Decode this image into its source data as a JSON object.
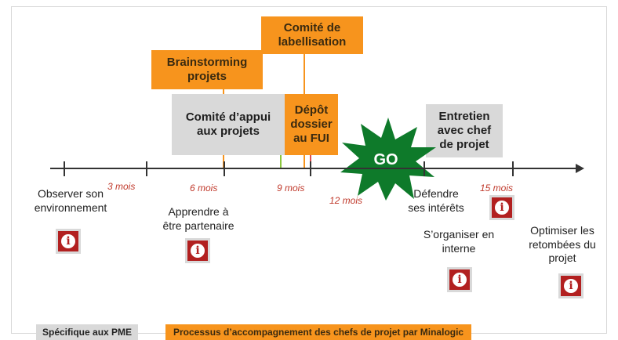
{
  "boxes": {
    "comite_labellisation": "Comité de\nlabellisation",
    "brainstorming": "Brainstorming\nprojets",
    "comite_appui": "Comité d’appui\naux projets",
    "depot": "Dépôt\ndossier\nau FUI",
    "entretien": "Entretien\navec chef\nde projet",
    "go": "GO"
  },
  "months": [
    "3 mois",
    "6 mois",
    "9 mois",
    "12 mois",
    "15 mois"
  ],
  "steps": {
    "observer": "Observer son\nenvironnement",
    "apprendre": "Apprendre à\nêtre partenaire",
    "defendre": "Défendre\nses intérêts",
    "organiser": "S’organiser en\ninterne",
    "optimiser": "Optimiser les\nretombées du\nprojet"
  },
  "legend": {
    "grey": "Spécifique aux PME",
    "orange": "Processus d’accompagnement des chefs de projet par Minalogic"
  },
  "colors": {
    "orange": "#f7941d",
    "grey": "#d9d9d9",
    "info_red": "#b22020",
    "go_green": "#0e7a2a",
    "month_red": "#c0392b"
  },
  "icons": [
    "info-icon"
  ]
}
